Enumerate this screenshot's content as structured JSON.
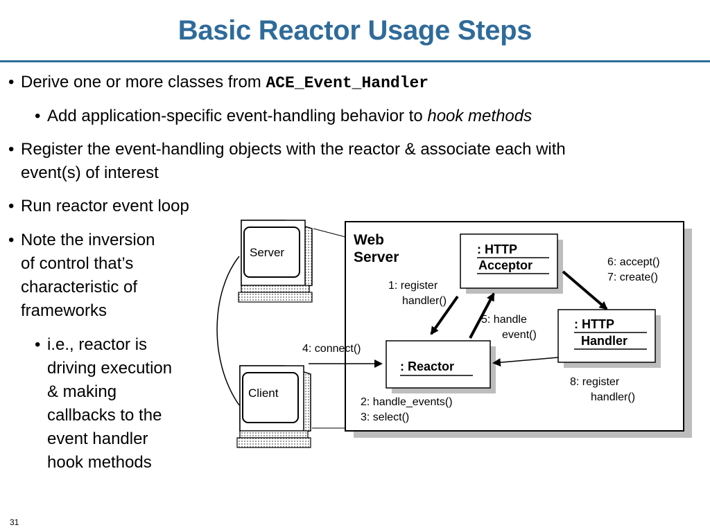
{
  "title": "Basic Reactor Usage Steps",
  "bullets": {
    "b1_text": "Derive one or more classes from ",
    "b1_code": "ACE_Event_Handler",
    "b1_sub_text": "Add application-specific event-handling behavior to ",
    "b1_sub_italic": "hook methods",
    "b2_line1": "Register the event-handling objects with the reactor & associate each with",
    "b2_line2": "event(s) of interest",
    "b3": "Run reactor event loop",
    "b4_lines": [
      "Note the inversion",
      "of control that’s",
      "characteristic of",
      "frameworks"
    ],
    "b4_sub_lines": [
      "i.e., reactor is",
      "driving execution",
      "& making",
      "callbacks to the",
      "event handler",
      "hook methods"
    ]
  },
  "bullet_glyph": "•",
  "diagram": {
    "server_label": "Server",
    "client_label": "Client",
    "web_server_line1": "Web",
    "web_server_line2": "Server",
    "acceptor_line1": ": HTTP",
    "acceptor_line2": "Acceptor",
    "handler_line1": ": HTTP",
    "handler_line2": "Handler",
    "reactor_label": ": Reactor",
    "step1_line1": "1: register",
    "step1_line2": "handler()",
    "step2": "2: handle_events()",
    "step3": "3: select()",
    "step4": "4: connect()",
    "step5_line1": "5: handle",
    "step5_line2": "event()",
    "step6": "6: accept()",
    "step7": "7: create()",
    "step8_line1": "8: register",
    "step8_line2": "handler()"
  },
  "slide_number": "31",
  "colors": {
    "title": "#2f6b9a",
    "text": "#000000"
  }
}
